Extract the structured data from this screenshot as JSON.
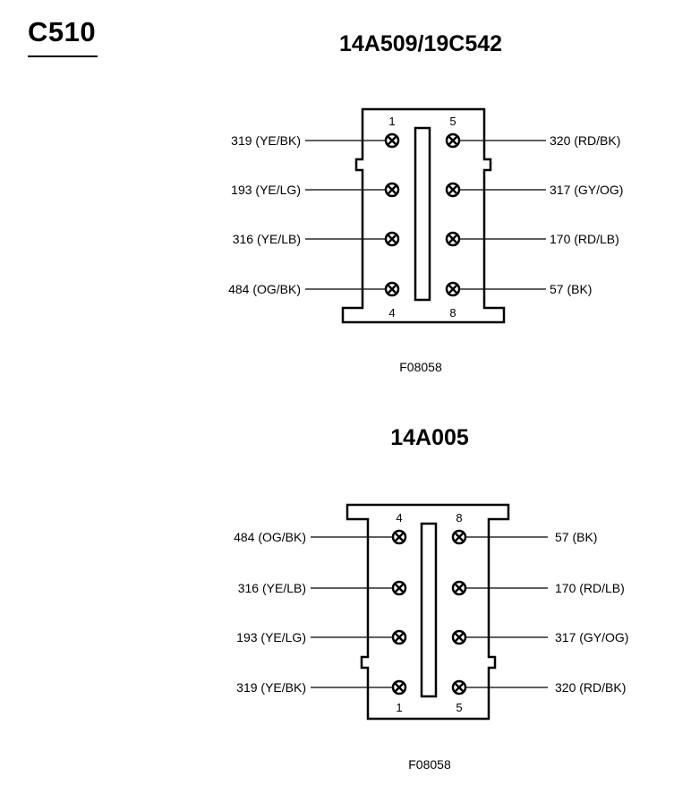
{
  "page": {
    "title": "C510"
  },
  "connectors": [
    {
      "title": "14A509/19C542",
      "figure_id": "F08058",
      "pin_numbers": {
        "top_left": "1",
        "top_right": "5",
        "bottom_left": "4",
        "bottom_right": "8"
      },
      "left_pins": [
        "319 (YE/BK)",
        "193 (YE/LG)",
        "316 (YE/LB)",
        "484 (OG/BK)"
      ],
      "right_pins": [
        "320 (RD/BK)",
        "317 (GY/OG)",
        "170 (RD/LB)",
        "57 (BK)"
      ]
    },
    {
      "title": "14A005",
      "figure_id": "F08058",
      "pin_numbers": {
        "top_left": "4",
        "top_right": "8",
        "bottom_left": "1",
        "bottom_right": "5"
      },
      "left_pins": [
        "484 (OG/BK)",
        "316 (YE/LB)",
        "193 (YE/LG)",
        "319 (YE/BK)"
      ],
      "right_pins": [
        "57 (BK)",
        "170 (RD/LB)",
        "317 (GY/OG)",
        "320 (RD/BK)"
      ]
    }
  ]
}
